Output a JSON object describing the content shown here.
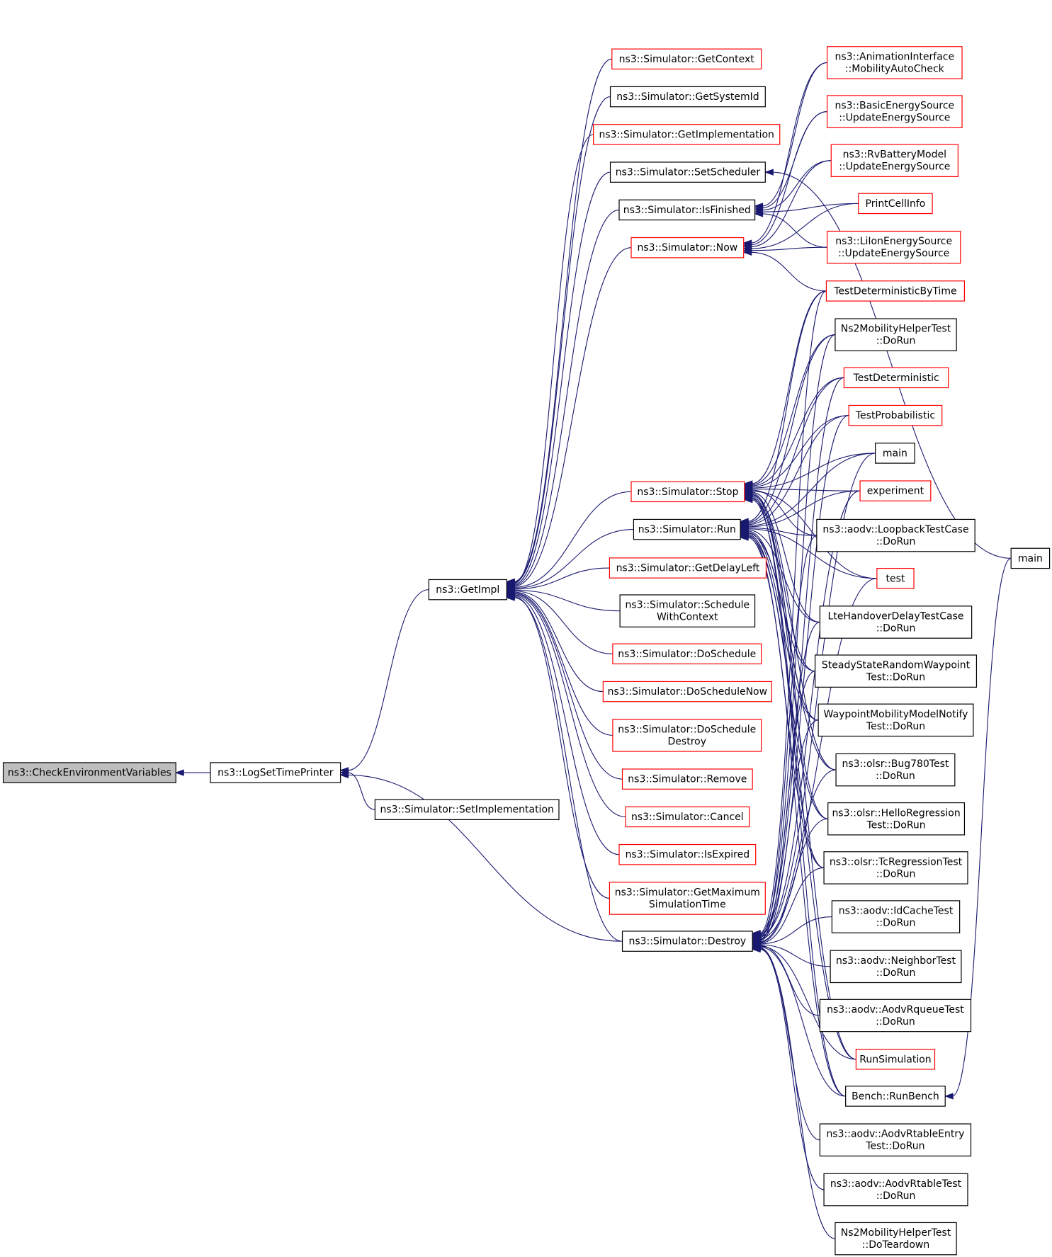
{
  "colors": {
    "edge": "#191970",
    "border_normal": "#000000",
    "border_unresolved": "#ff0000",
    "fill_normal": "#ffffff",
    "fill_root": "#bfbfbf"
  },
  "nodes": [
    {
      "id": "check_env",
      "lines": [
        "ns3::CheckEnvironmentVariables"
      ],
      "style": "root"
    },
    {
      "id": "log_set_time_printer",
      "lines": [
        "ns3::LogSetTimePrinter"
      ],
      "style": "normal"
    },
    {
      "id": "set_implementation",
      "lines": [
        "ns3::Simulator::SetImplementation"
      ],
      "style": "normal"
    },
    {
      "id": "get_impl",
      "lines": [
        "ns3::GetImpl"
      ],
      "style": "normal"
    },
    {
      "id": "get_context",
      "lines": [
        "ns3::Simulator::GetContext"
      ],
      "style": "red"
    },
    {
      "id": "get_system_id",
      "lines": [
        "ns3::Simulator::GetSystemId"
      ],
      "style": "normal"
    },
    {
      "id": "get_implementation",
      "lines": [
        "ns3::Simulator::GetImplementation"
      ],
      "style": "red"
    },
    {
      "id": "set_scheduler",
      "lines": [
        "ns3::Simulator::SetScheduler"
      ],
      "style": "normal"
    },
    {
      "id": "is_finished",
      "lines": [
        "ns3::Simulator::IsFinished"
      ],
      "style": "normal"
    },
    {
      "id": "now",
      "lines": [
        "ns3::Simulator::Now"
      ],
      "style": "red"
    },
    {
      "id": "stop",
      "lines": [
        "ns3::Simulator::Stop"
      ],
      "style": "red"
    },
    {
      "id": "run",
      "lines": [
        "ns3::Simulator::Run"
      ],
      "style": "normal"
    },
    {
      "id": "get_delay_left",
      "lines": [
        "ns3::Simulator::GetDelayLeft"
      ],
      "style": "red"
    },
    {
      "id": "schedule_with_context",
      "lines": [
        "ns3::Simulator::Schedule",
        "WithContext"
      ],
      "style": "normal"
    },
    {
      "id": "do_schedule",
      "lines": [
        "ns3::Simulator::DoSchedule"
      ],
      "style": "red"
    },
    {
      "id": "do_schedule_now",
      "lines": [
        "ns3::Simulator::DoScheduleNow"
      ],
      "style": "red"
    },
    {
      "id": "do_schedule_destroy",
      "lines": [
        "ns3::Simulator::DoSchedule",
        "Destroy"
      ],
      "style": "red"
    },
    {
      "id": "remove",
      "lines": [
        "ns3::Simulator::Remove"
      ],
      "style": "red"
    },
    {
      "id": "cancel",
      "lines": [
        "ns3::Simulator::Cancel"
      ],
      "style": "red"
    },
    {
      "id": "is_expired",
      "lines": [
        "ns3::Simulator::IsExpired"
      ],
      "style": "red"
    },
    {
      "id": "get_max_sim_time",
      "lines": [
        "ns3::Simulator::GetMaximum",
        "SimulationTime"
      ],
      "style": "red"
    },
    {
      "id": "destroy",
      "lines": [
        "ns3::Simulator::Destroy"
      ],
      "style": "normal"
    },
    {
      "id": "mobility_auto_check",
      "lines": [
        "ns3::AnimationInterface",
        "::MobilityAutoCheck"
      ],
      "style": "red"
    },
    {
      "id": "basic_energy",
      "lines": [
        "ns3::BasicEnergySource",
        "::UpdateEnergySource"
      ],
      "style": "red"
    },
    {
      "id": "rv_battery",
      "lines": [
        "ns3::RvBatteryModel",
        "::UpdateEnergySource"
      ],
      "style": "red"
    },
    {
      "id": "print_cell_info",
      "lines": [
        "PrintCellInfo"
      ],
      "style": "red"
    },
    {
      "id": "li_ion",
      "lines": [
        "ns3::LiIonEnergySource",
        "::UpdateEnergySource"
      ],
      "style": "red"
    },
    {
      "id": "test_det_by_time",
      "lines": [
        "TestDeterministicByTime"
      ],
      "style": "red"
    },
    {
      "id": "ns2_do_run",
      "lines": [
        "Ns2MobilityHelperTest",
        "::DoRun"
      ],
      "style": "normal"
    },
    {
      "id": "test_det",
      "lines": [
        "TestDeterministic"
      ],
      "style": "red"
    },
    {
      "id": "test_prob",
      "lines": [
        "TestProbabilistic"
      ],
      "style": "red"
    },
    {
      "id": "main_mid",
      "lines": [
        "main"
      ],
      "style": "normal"
    },
    {
      "id": "experiment",
      "lines": [
        "experiment"
      ],
      "style": "red"
    },
    {
      "id": "loopback",
      "lines": [
        "ns3::aodv::LoopbackTestCase",
        "::DoRun"
      ],
      "style": "normal"
    },
    {
      "id": "test",
      "lines": [
        "test"
      ],
      "style": "red"
    },
    {
      "id": "lte_handover",
      "lines": [
        "LteHandoverDelayTestCase",
        "::DoRun"
      ],
      "style": "normal"
    },
    {
      "id": "steady_state",
      "lines": [
        "SteadyStateRandomWaypoint",
        "Test::DoRun"
      ],
      "style": "normal"
    },
    {
      "id": "waypoint_notify",
      "lines": [
        "WaypointMobilityModelNotify",
        "Test::DoRun"
      ],
      "style": "normal"
    },
    {
      "id": "bug780",
      "lines": [
        "ns3::olsr::Bug780Test",
        "::DoRun"
      ],
      "style": "normal"
    },
    {
      "id": "hello_regression",
      "lines": [
        "ns3::olsr::HelloRegression",
        "Test::DoRun"
      ],
      "style": "normal"
    },
    {
      "id": "tc_regression",
      "lines": [
        "ns3::olsr::TcRegressionTest",
        "::DoRun"
      ],
      "style": "normal"
    },
    {
      "id": "id_cache",
      "lines": [
        "ns3::aodv::IdCacheTest",
        "::DoRun"
      ],
      "style": "normal"
    },
    {
      "id": "neighbor_test",
      "lines": [
        "ns3::aodv::NeighborTest",
        "::DoRun"
      ],
      "style": "normal"
    },
    {
      "id": "rqueue_test",
      "lines": [
        "ns3::aodv::AodvRqueueTest",
        "::DoRun"
      ],
      "style": "normal"
    },
    {
      "id": "run_simulation",
      "lines": [
        "RunSimulation"
      ],
      "style": "red"
    },
    {
      "id": "run_bench",
      "lines": [
        "Bench::RunBench"
      ],
      "style": "normal"
    },
    {
      "id": "rtable_entry",
      "lines": [
        "ns3::aodv::AodvRtableEntry",
        "Test::DoRun"
      ],
      "style": "normal"
    },
    {
      "id": "rtable_test",
      "lines": [
        "ns3::aodv::AodvRtableTest",
        "::DoRun"
      ],
      "style": "normal"
    },
    {
      "id": "ns2_teardown",
      "lines": [
        "Ns2MobilityHelperTest",
        "::DoTeardown"
      ],
      "style": "normal"
    },
    {
      "id": "main_right",
      "lines": [
        "main"
      ],
      "style": "normal"
    }
  ],
  "edges": [
    [
      "log_set_time_printer",
      "check_env"
    ],
    [
      "get_impl",
      "log_set_time_printer"
    ],
    [
      "set_implementation",
      "log_set_time_printer"
    ],
    [
      "destroy",
      "log_set_time_printer"
    ],
    [
      "get_context",
      "get_impl"
    ],
    [
      "get_system_id",
      "get_impl"
    ],
    [
      "get_implementation",
      "get_impl"
    ],
    [
      "set_scheduler",
      "get_impl"
    ],
    [
      "is_finished",
      "get_impl"
    ],
    [
      "now",
      "get_impl"
    ],
    [
      "stop",
      "get_impl"
    ],
    [
      "run",
      "get_impl"
    ],
    [
      "get_delay_left",
      "get_impl"
    ],
    [
      "schedule_with_context",
      "get_impl"
    ],
    [
      "do_schedule",
      "get_impl"
    ],
    [
      "do_schedule_now",
      "get_impl"
    ],
    [
      "do_schedule_destroy",
      "get_impl"
    ],
    [
      "remove",
      "get_impl"
    ],
    [
      "cancel",
      "get_impl"
    ],
    [
      "is_expired",
      "get_impl"
    ],
    [
      "get_max_sim_time",
      "get_impl"
    ],
    [
      "destroy",
      "get_impl"
    ],
    [
      "main_right",
      "set_scheduler"
    ],
    [
      "mobility_auto_check",
      "is_finished"
    ],
    [
      "basic_energy",
      "is_finished"
    ],
    [
      "rv_battery",
      "is_finished"
    ],
    [
      "print_cell_info",
      "is_finished"
    ],
    [
      "li_ion",
      "is_finished"
    ],
    [
      "mobility_auto_check",
      "now"
    ],
    [
      "basic_energy",
      "now"
    ],
    [
      "rv_battery",
      "now"
    ],
    [
      "print_cell_info",
      "now"
    ],
    [
      "li_ion",
      "now"
    ],
    [
      "test_det_by_time",
      "now"
    ],
    [
      "test_det_by_time",
      "stop"
    ],
    [
      "ns2_do_run",
      "stop"
    ],
    [
      "test_det",
      "stop"
    ],
    [
      "test_prob",
      "stop"
    ],
    [
      "main_mid",
      "stop"
    ],
    [
      "experiment",
      "stop"
    ],
    [
      "loopback",
      "stop"
    ],
    [
      "test",
      "stop"
    ],
    [
      "lte_handover",
      "stop"
    ],
    [
      "steady_state",
      "stop"
    ],
    [
      "waypoint_notify",
      "stop"
    ],
    [
      "bug780",
      "stop"
    ],
    [
      "hello_regression",
      "stop"
    ],
    [
      "tc_regression",
      "stop"
    ],
    [
      "run_simulation",
      "stop"
    ],
    [
      "run_bench",
      "stop"
    ],
    [
      "test_det_by_time",
      "run"
    ],
    [
      "ns2_do_run",
      "run"
    ],
    [
      "test_det",
      "run"
    ],
    [
      "test_prob",
      "run"
    ],
    [
      "main_mid",
      "run"
    ],
    [
      "experiment",
      "run"
    ],
    [
      "loopback",
      "run"
    ],
    [
      "test",
      "run"
    ],
    [
      "lte_handover",
      "run"
    ],
    [
      "steady_state",
      "run"
    ],
    [
      "waypoint_notify",
      "run"
    ],
    [
      "bug780",
      "run"
    ],
    [
      "hello_regression",
      "run"
    ],
    [
      "tc_regression",
      "run"
    ],
    [
      "run_simulation",
      "run"
    ],
    [
      "run_bench",
      "run"
    ],
    [
      "test_det_by_time",
      "destroy"
    ],
    [
      "ns2_do_run",
      "destroy"
    ],
    [
      "test_det",
      "destroy"
    ],
    [
      "test_prob",
      "destroy"
    ],
    [
      "main_mid",
      "destroy"
    ],
    [
      "experiment",
      "destroy"
    ],
    [
      "loopback",
      "destroy"
    ],
    [
      "test",
      "destroy"
    ],
    [
      "lte_handover",
      "destroy"
    ],
    [
      "steady_state",
      "destroy"
    ],
    [
      "waypoint_notify",
      "destroy"
    ],
    [
      "bug780",
      "destroy"
    ],
    [
      "hello_regression",
      "destroy"
    ],
    [
      "tc_regression",
      "destroy"
    ],
    [
      "id_cache",
      "destroy"
    ],
    [
      "neighbor_test",
      "destroy"
    ],
    [
      "rqueue_test",
      "destroy"
    ],
    [
      "run_simulation",
      "destroy"
    ],
    [
      "run_bench",
      "destroy"
    ],
    [
      "rtable_entry",
      "destroy"
    ],
    [
      "rtable_test",
      "destroy"
    ],
    [
      "ns2_teardown",
      "destroy"
    ],
    [
      "main_right",
      "run_bench"
    ]
  ]
}
